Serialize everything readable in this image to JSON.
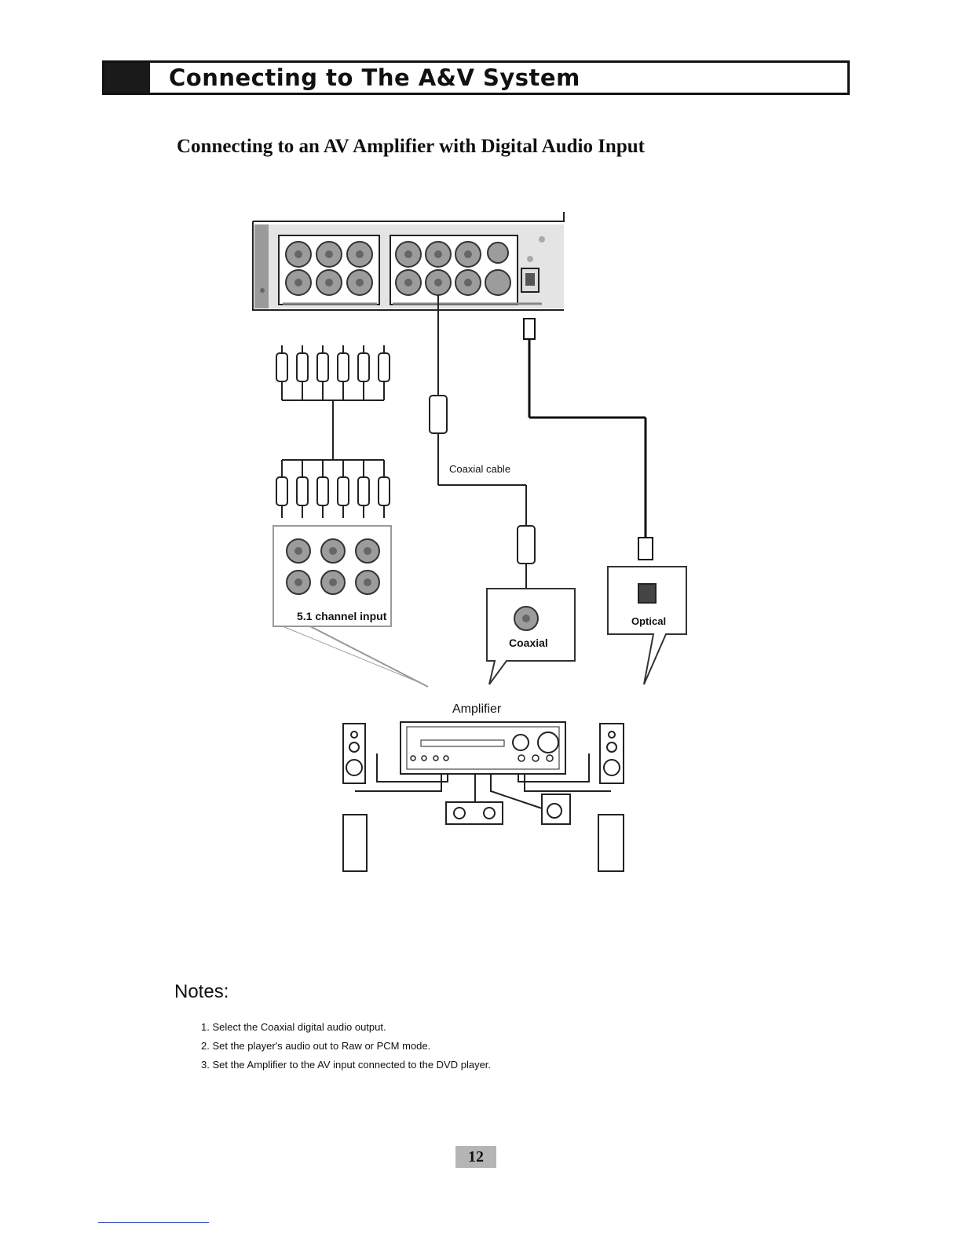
{
  "header": {
    "title": "Connecting to The A&V System"
  },
  "subtitle": "Connecting to an AV Amplifier with Digital Audio Input",
  "diagram": {
    "coaxial_cable_label": "Coaxial cable",
    "channel_input_label": "5.1 channel input",
    "coaxial_label": "Coaxial",
    "optical_label": "Optical",
    "amplifier_label": "Amplifier"
  },
  "notes": {
    "title": "Notes:",
    "items": [
      "1. Select the Coaxial digital audio output.",
      "2. Set the player's audio out to Raw or PCM mode.",
      "3. Set the Amplifier to the AV input connected to the DVD player."
    ]
  },
  "page_number": "12"
}
